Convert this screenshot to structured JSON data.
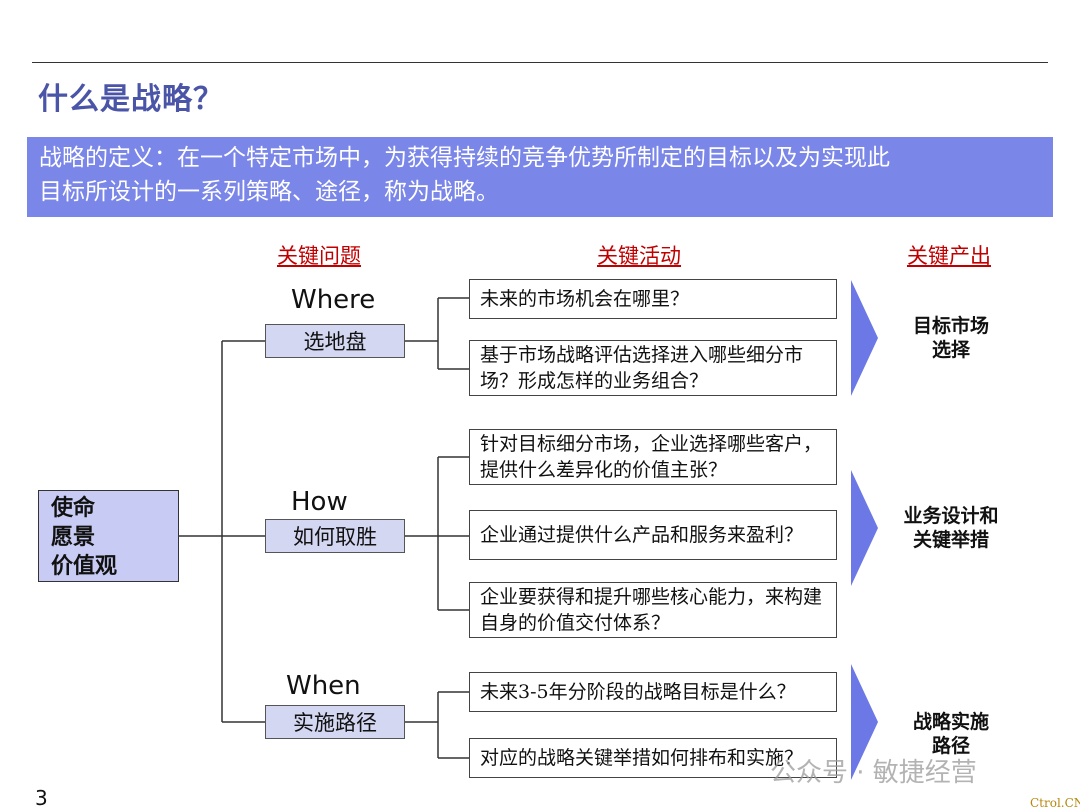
{
  "title": "什么是战略？",
  "definition": {
    "line1": "战略的定义：在一个特定市场中，为获得持续的竞争优势所制定的目标以及为实现此",
    "line2": "目标所设计的一系列策略、途径，称为战略。"
  },
  "columns": {
    "questions": "关键问题",
    "activities": "关键活动",
    "outputs": "关键产出"
  },
  "root": {
    "lines": [
      "使命",
      "愿景",
      "价值观"
    ]
  },
  "branches": [
    {
      "en": "Where",
      "label": "选地盘",
      "activities": [
        "未来的市场机会在哪里？",
        "基于市场战略评估选择进入哪些细分市场？形成怎样的业务组合？"
      ],
      "output": "目标市场\n选择"
    },
    {
      "en": "How",
      "label": "如何取胜",
      "activities": [
        "针对目标细分市场，企业选择哪些客户，提供什么差异化的价值主张？",
        "企业通过提供什么产品和服务来盈利？",
        "企业要获得和提升哪些核心能力，来构建自身的价值交付体系？"
      ],
      "output": "业务设计和\n关键举措"
    },
    {
      "en": "When",
      "label": "实施路径",
      "activities": [
        "未来3-5年分阶段的战略目标是什么？",
        "对应的战略关键举措如何排布和实施？"
      ],
      "output": "战略实施\n路径"
    }
  ],
  "colors": {
    "banner": "#7a86e8",
    "title": "#4a55a8",
    "arrow": "#6b78e6",
    "label_fill": "#d4d7f2",
    "root_fill": "#c8ccf4",
    "header": "#c00000"
  },
  "page_number": "3",
  "watermark": "公众号 · 敏捷经营",
  "site_mark": "Ctrol.CN"
}
